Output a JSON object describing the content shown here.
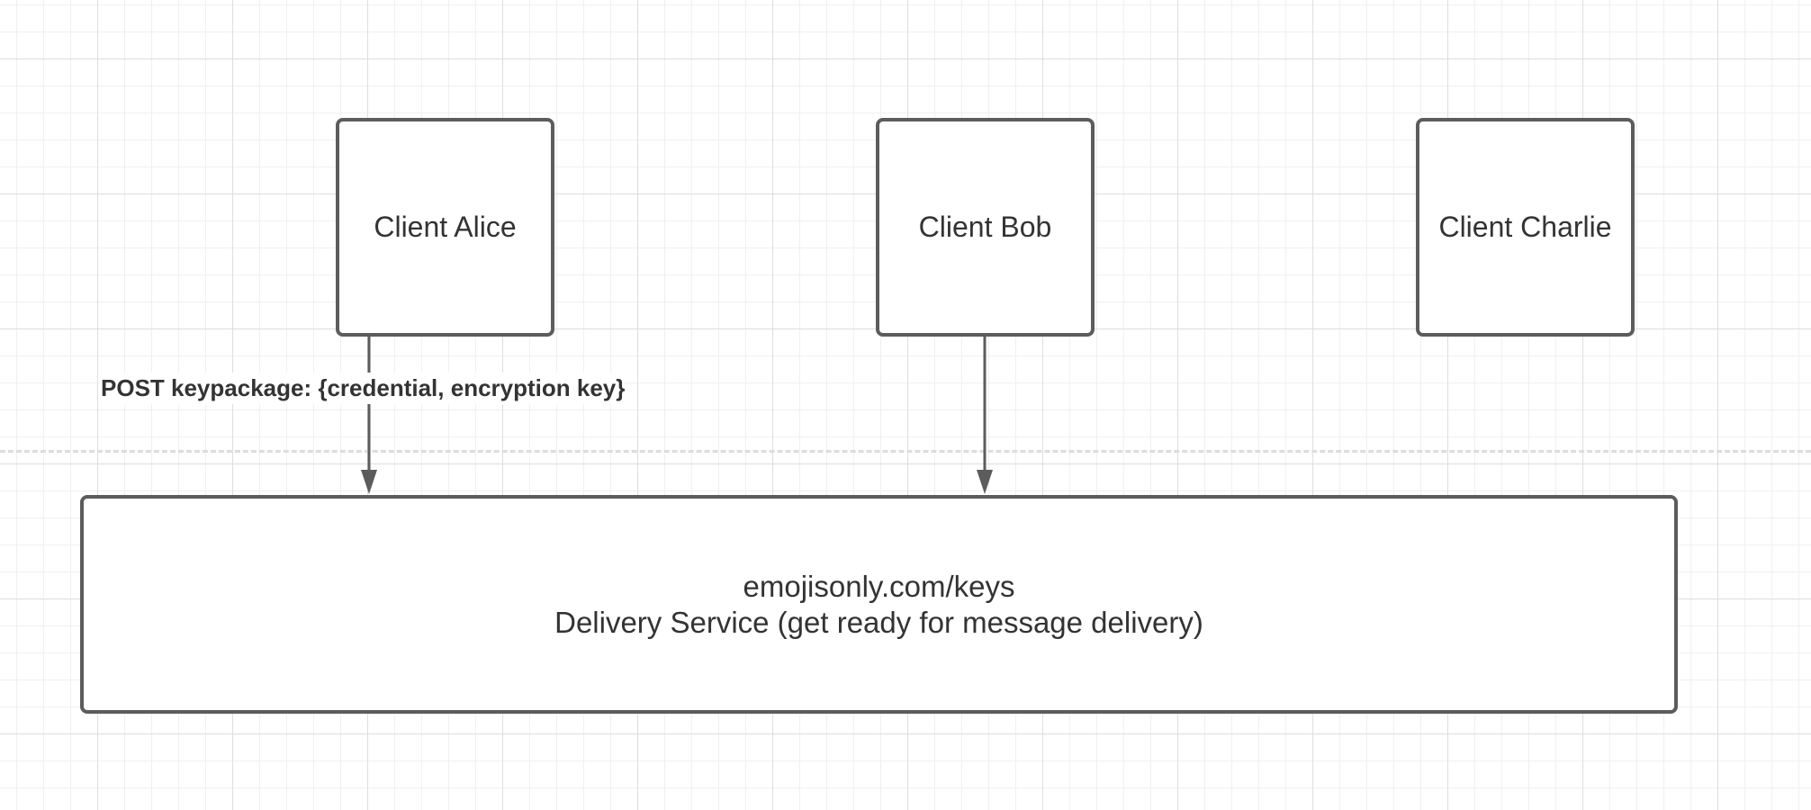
{
  "clients": [
    {
      "label": "Client Alice"
    },
    {
      "label": "Client Bob"
    },
    {
      "label": "Client Charlie"
    }
  ],
  "delivery_service": {
    "url": "emojisonly.com/keys",
    "label": "Delivery Service (get ready for message delivery)"
  },
  "edges": [
    {
      "from": "Client Alice",
      "to": "Delivery Service",
      "label": "POST keypackage: {credential, encryption key}"
    },
    {
      "from": "Client Bob",
      "to": "Delivery Service",
      "label": ""
    }
  ],
  "colors": {
    "stroke": "#5c5c5c",
    "text": "#333333",
    "grid": "#dedede"
  }
}
